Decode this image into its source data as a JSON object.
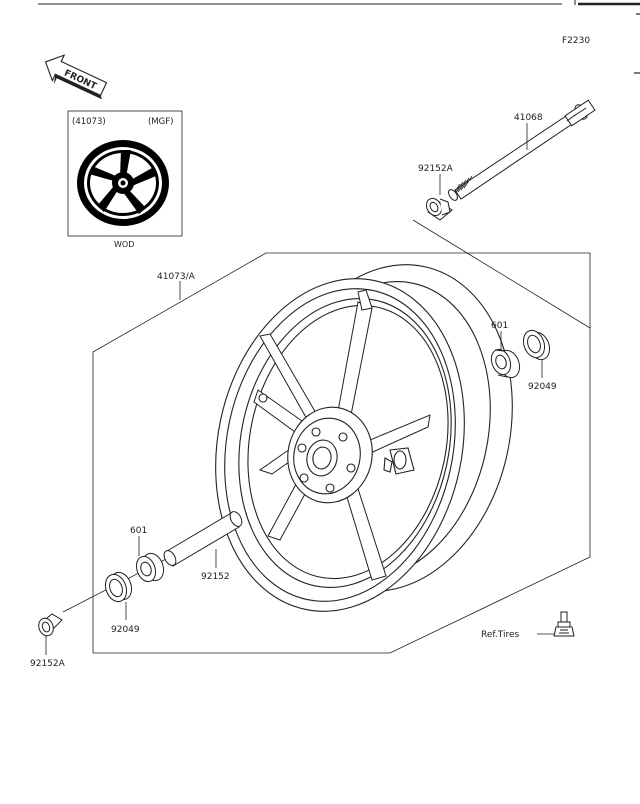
{
  "figure_code": "F2230",
  "direction_label": "FRONT",
  "inset": {
    "part_ref": "(41073)",
    "finish": "(MGF)",
    "caption": "WOD"
  },
  "callouts": {
    "axle": "41068",
    "collar_top": "92152A",
    "wheel_assy": "41073/A",
    "bearing_right": "601",
    "seal_right": "92049",
    "bearing_left": "601",
    "spacer": "92152",
    "seal_left": "92049",
    "collar_bottom": "92152A",
    "ref_tires": "Ref.Tires"
  }
}
